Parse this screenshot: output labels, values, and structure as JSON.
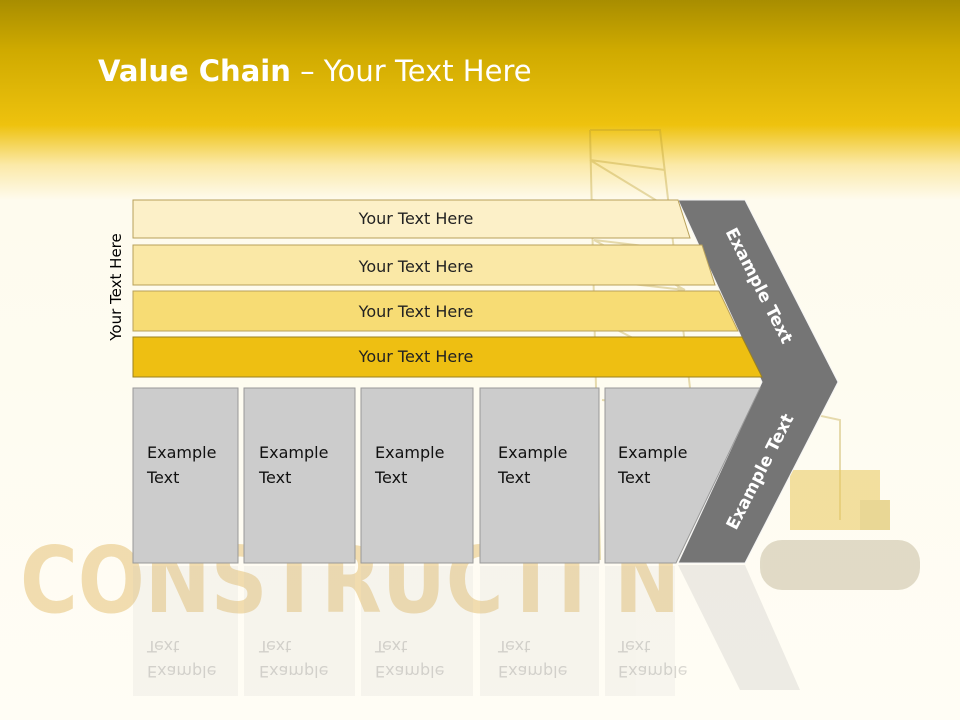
{
  "slide": {
    "title_bold": "Value Chain",
    "title_rest": " – Your Text Here",
    "side_label": "Your Text Here",
    "rows": [
      {
        "label": "Your Text Here",
        "color": "#fcf0c8"
      },
      {
        "label": "Your Text Here",
        "color": "#fae8a6"
      },
      {
        "label": "Your Text Here",
        "color": "#f7dc74"
      },
      {
        "label": "Your Text Here",
        "color": "#eebf12"
      }
    ],
    "cells": [
      {
        "line1": "Example",
        "line2": "Text"
      },
      {
        "line1": "Example",
        "line2": "Text"
      },
      {
        "line1": "Example",
        "line2": "Text"
      },
      {
        "line1": "Example",
        "line2": "Text"
      },
      {
        "line1": "Example",
        "line2": "Text"
      }
    ],
    "chevron_upper": "Example Text",
    "chevron_lower": "Example Text",
    "background_word": "CONSTRUCTI N",
    "colors": {
      "chevron": "#757575",
      "cell": "#cccccc",
      "gold": "#eec20e"
    }
  }
}
